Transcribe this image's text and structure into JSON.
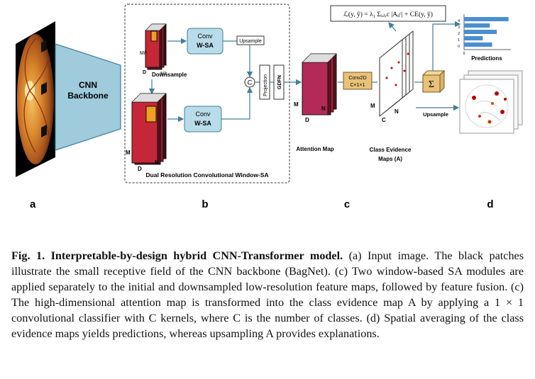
{
  "figure": {
    "backbone": {
      "line1": "CNN",
      "line2": "Backbone"
    },
    "panel_b": {
      "conv_top": {
        "line1": "Conv",
        "line2": "W-SA"
      },
      "conv_bottom": {
        "line1": "Conv",
        "line2": "W-SA"
      },
      "upsample": "Upsample",
      "downsample": "Downsample",
      "concat": "C",
      "projection": "Projection",
      "gdfn": "GDFN",
      "title": "Dual Resolution Convolutional Window-SA",
      "dims_small": {
        "m": "M/r",
        "n": "N/r",
        "d": "D"
      },
      "dims_large": {
        "m": "M",
        "n": "N",
        "d": "D"
      }
    },
    "panel_c": {
      "attention_label": "Attention Map",
      "attention_dims": {
        "m": "M",
        "n": "N",
        "d": "D"
      },
      "conv2d": {
        "line1": "Conv2D",
        "line2": "C×1×1"
      },
      "evidence_label_1": "Class Evidence",
      "evidence_label_2": "Maps (A)",
      "evidence_dims": {
        "m": "M",
        "n": "N",
        "c": "C"
      },
      "formula": "ℒ(y, ŷ) = λ₁ Σᵢ,ⱼ,c |Aᵢⱼᶜ| + CE(y, ŷ)",
      "upsample": "Upsample",
      "sum_symbol": "Σ"
    },
    "panel_d": {
      "predictions_label": "Predictions",
      "bar_ticks": [
        "4",
        "3",
        "2",
        "1",
        "0"
      ],
      "axis_zero": "0",
      "bar_values": [
        0.95,
        0.55,
        0.7,
        0.4,
        0.6
      ]
    },
    "panel_letters": [
      "a",
      "b",
      "c",
      "d"
    ]
  },
  "caption": {
    "fig_label": "Fig. 1.",
    "title": "Interpretable-by-design hybrid CNN-Transformer model.",
    "text": " (a) Input image. The black patches illustrate the small receptive field of the CNN backbone (BagNet). (c) Two window-based SA modules are applied separately to the initial and downsampled low-resolution feature maps, followed by feature fusion. (c) The high-dimensional attention map is transformed into the class evidence map A by applying a 1 × 1 convolutional classifier with C kernels, where C is the number of classes. (d) Spatial averaging of the class evidence maps yields predictions, whereas upsampling A provides explanations."
  }
}
